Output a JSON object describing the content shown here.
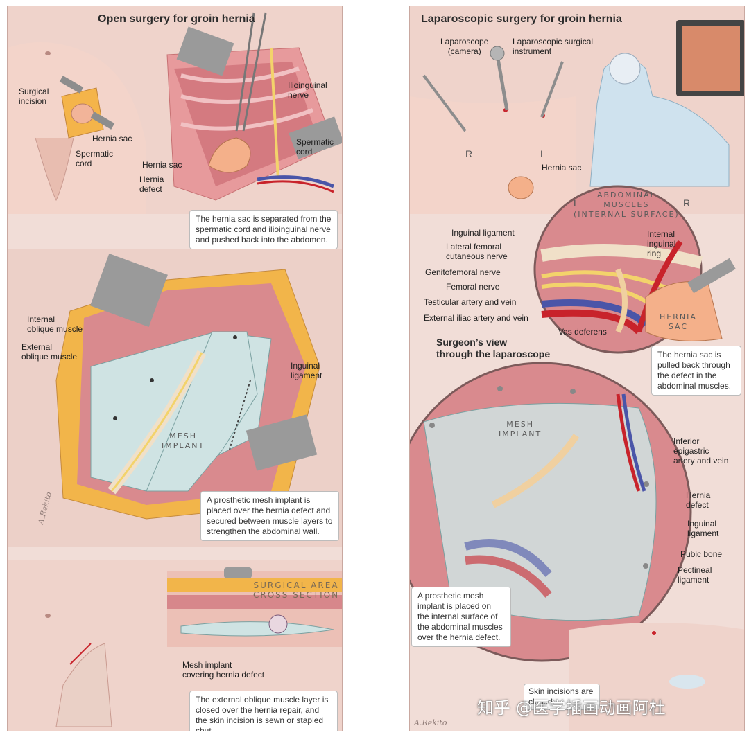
{
  "left": {
    "title": "Open surgery for groin hernia",
    "labels": {
      "surgical_incision": "Surgical\nincision",
      "hernia_sac_1": "Hernia sac",
      "spermatic_cord_1": "Spermatic\ncord",
      "ilioinguinal_nerve": "Ilioinguinal\nnerve",
      "spermatic_cord_2": "Spermatic\ncord",
      "hernia_sac_2": "Hernia sac",
      "hernia_defect": "Hernia\ndefect",
      "internal_oblique": "Internal\noblique muscle",
      "external_oblique": "External\noblique muscle",
      "inguinal_ligament": "Inguinal\nligament",
      "mesh_implant": "MESH\nIMPLANT",
      "surgical_area": "SURGICAL AREA\nCROSS SECTION",
      "mesh_covering": "Mesh implant\ncovering hernia defect"
    },
    "captions": {
      "c1": "The hernia sac is separated from the spermatic cord and ilioinguinal nerve and pushed back into the abdomen.",
      "c2": "A prosthetic mesh implant is placed over the hernia defect and secured between muscle layers to strengthen the abdominal wall.",
      "c3": "The external oblique muscle layer is closed over the hernia repair, and the skin incision is sewn or stapled shut."
    },
    "signature": "A.Rekito"
  },
  "right": {
    "title": "Laparoscopic surgery for groin hernia",
    "labels": {
      "laparoscope": "Laparoscope\n(camera)",
      "instrument": "Laparoscopic surgical\ninstrument",
      "r": "R",
      "l": "L",
      "hernia_sac": "Hernia sac",
      "circle_l": "L",
      "circle_r": "R",
      "abdominal_muscles": "ABDOMINAL\nMUSCLES\n(INTERNAL SURFACE)",
      "inguinal_ligament": "Inguinal ligament",
      "lateral_femoral": "Lateral femoral\ncutaneous nerve",
      "genitofemoral": "Genitofemoral nerve",
      "femoral_nerve": "Femoral nerve",
      "testicular": "Testicular artery and vein",
      "external_iliac": "External iliac artery and vein",
      "internal_ring": "Internal\ninguinal\nring",
      "vas_deferens": "Vas deferens",
      "hernia_sac_caps": "HERNIA\nSAC",
      "mesh_implant": "MESH\nIMPLANT",
      "inferior_epigastric": "Inferior\nepigastric\nartery and vein",
      "hernia_defect": "Hernia\ndefect",
      "inguinal_ligament_2": "Inguinal\nligament",
      "pubic_bone": "Pubic bone",
      "pectineal": "Pectineal\nligament"
    },
    "subtitle": "Surgeon’s view\nthrough the laparoscope",
    "captions": {
      "c1": "The hernia sac is pulled back through the defect in the abdominal muscles.",
      "c2": "A prosthetic mesh implant is placed on the internal surface of the abdominal muscles over the hernia defect.",
      "c3": "Skin incisions are closed."
    },
    "signature": "A.Rekito"
  },
  "watermark": "知乎 @医学插画动画阿杜",
  "colors": {
    "panel_bg": "#f1ddd7",
    "skin": "#f0c9bd",
    "muscle": "#d9858a",
    "fat": "#f2b54a",
    "mesh": "#cfe3e3",
    "artery": "#c8232b",
    "vein": "#4a55a8",
    "nerve": "#f3d36b",
    "retractor": "#9a9a9a"
  }
}
